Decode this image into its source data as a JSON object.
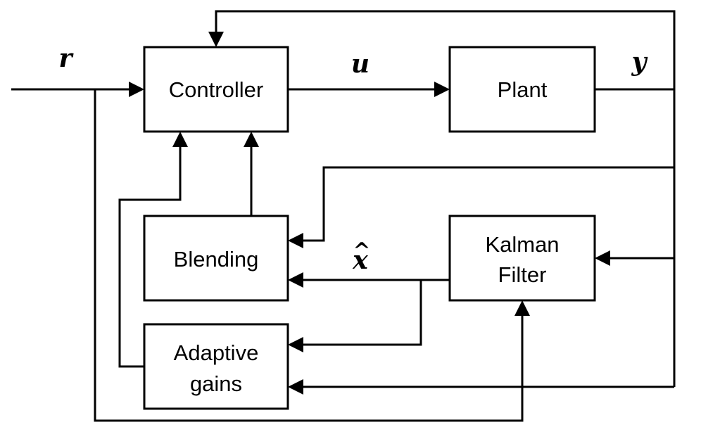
{
  "blocks": {
    "controller": "Controller",
    "plant": "Plant",
    "blending": "Blending",
    "kalman_line1": "Kalman",
    "kalman_line2": "Filter",
    "adaptive_line1": "Adaptive",
    "adaptive_line2": "gains"
  },
  "signals": {
    "r": "r",
    "u": "u",
    "y": "y",
    "xhat": "x",
    "xhat_accent": "^"
  },
  "colors": {
    "stroke": "#000000",
    "background": "#ffffff"
  }
}
